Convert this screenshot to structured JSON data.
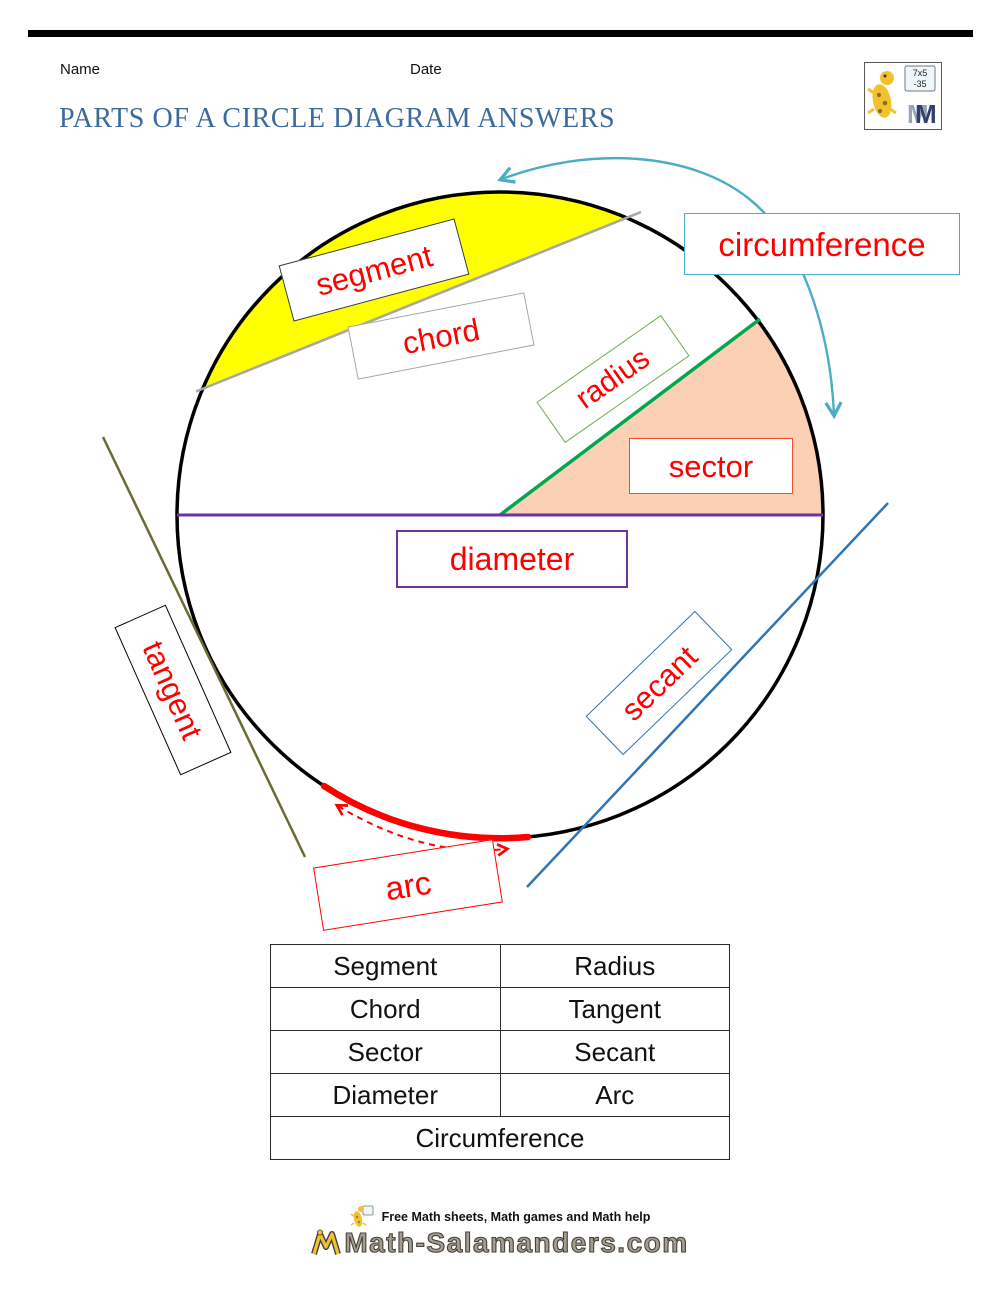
{
  "header": {
    "name_label": "Name",
    "date_label": "Date",
    "title": "PARTS OF A CIRCLE DIAGRAM ANSWERS"
  },
  "logo": {
    "monogram": "M",
    "calc_top": "7x5",
    "calc_bottom": "-35"
  },
  "diagram": {
    "labels": {
      "segment": "segment",
      "chord": "chord",
      "radius": "radius",
      "sector": "sector",
      "diameter": "diameter",
      "circumference": "circumference",
      "tangent": "tangent",
      "secant": "secant",
      "arc": "arc"
    },
    "colors": {
      "segment_fill": "#ffff00",
      "sector_fill": "#fbd0b5",
      "radius_line": "#00a651",
      "diameter_line": "#7030a0",
      "chord_line": "#a6a6a6",
      "tangent_line": "#6b6b2f",
      "secant_line": "#2e75b6",
      "arc_line": "#ff0000",
      "circumference_arrow": "#4bacc6",
      "label_text": "#ff0000"
    }
  },
  "answer_table": {
    "rows": [
      {
        "left": "Segment",
        "right": "Radius"
      },
      {
        "left": "Chord",
        "right": "Tangent"
      },
      {
        "left": "Sector",
        "right": "Secant"
      },
      {
        "left": "Diameter",
        "right": "Arc"
      }
    ],
    "footer_row": "Circumference"
  },
  "footer": {
    "tagline": "Free Math sheets, Math games and Math help",
    "site_name": "Math-Salamanders.com"
  }
}
